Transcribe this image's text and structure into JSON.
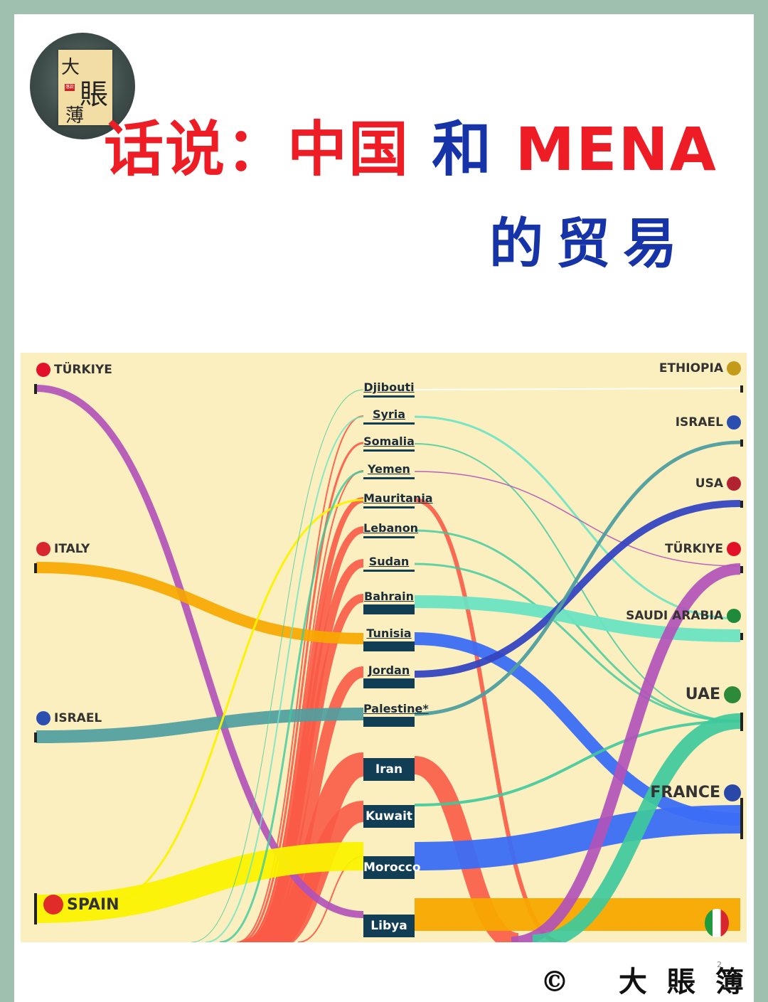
{
  "logo": {
    "char1": "大",
    "char2": "賬",
    "char3": "薄",
    "seal": "落款"
  },
  "title": {
    "part1": "话说：",
    "part2": "中国",
    "part3": "和",
    "part4": "MENA",
    "line2": "的贸易"
  },
  "footer": {
    "text": "© 大賬簿",
    "page": "2"
  },
  "chart_data": {
    "type": "sankey",
    "left_nodes": [
      "TÜRKIYE",
      "ITALY",
      "ISRAEL",
      "SPAIN"
    ],
    "middle_nodes": [
      "Djibouti",
      "Syria",
      "Somalia",
      "Yemen",
      "Mauritania",
      "Lebanon",
      "Sudan",
      "Bahrain",
      "Tunisia",
      "Jordan",
      "Palestine*",
      "Iran",
      "Kuwait",
      "Morocco",
      "Libya"
    ],
    "right_nodes": [
      "ETHIOPIA",
      "ISRAEL",
      "USA",
      "TÜRKIYE",
      "SAUDI ARABIA",
      "UAE",
      "FRANCE"
    ],
    "colors": {
      "turkiye": "#b152b9",
      "italy": "#f7a800",
      "israel": "#4f9ea0",
      "spain": "#fbf200",
      "china_red": "#fa5a46",
      "saudi": "#6be3c2",
      "uae": "#3ec99c",
      "usa": "#3545c0",
      "france": "#3b6df5",
      "node": "#123e55"
    }
  }
}
